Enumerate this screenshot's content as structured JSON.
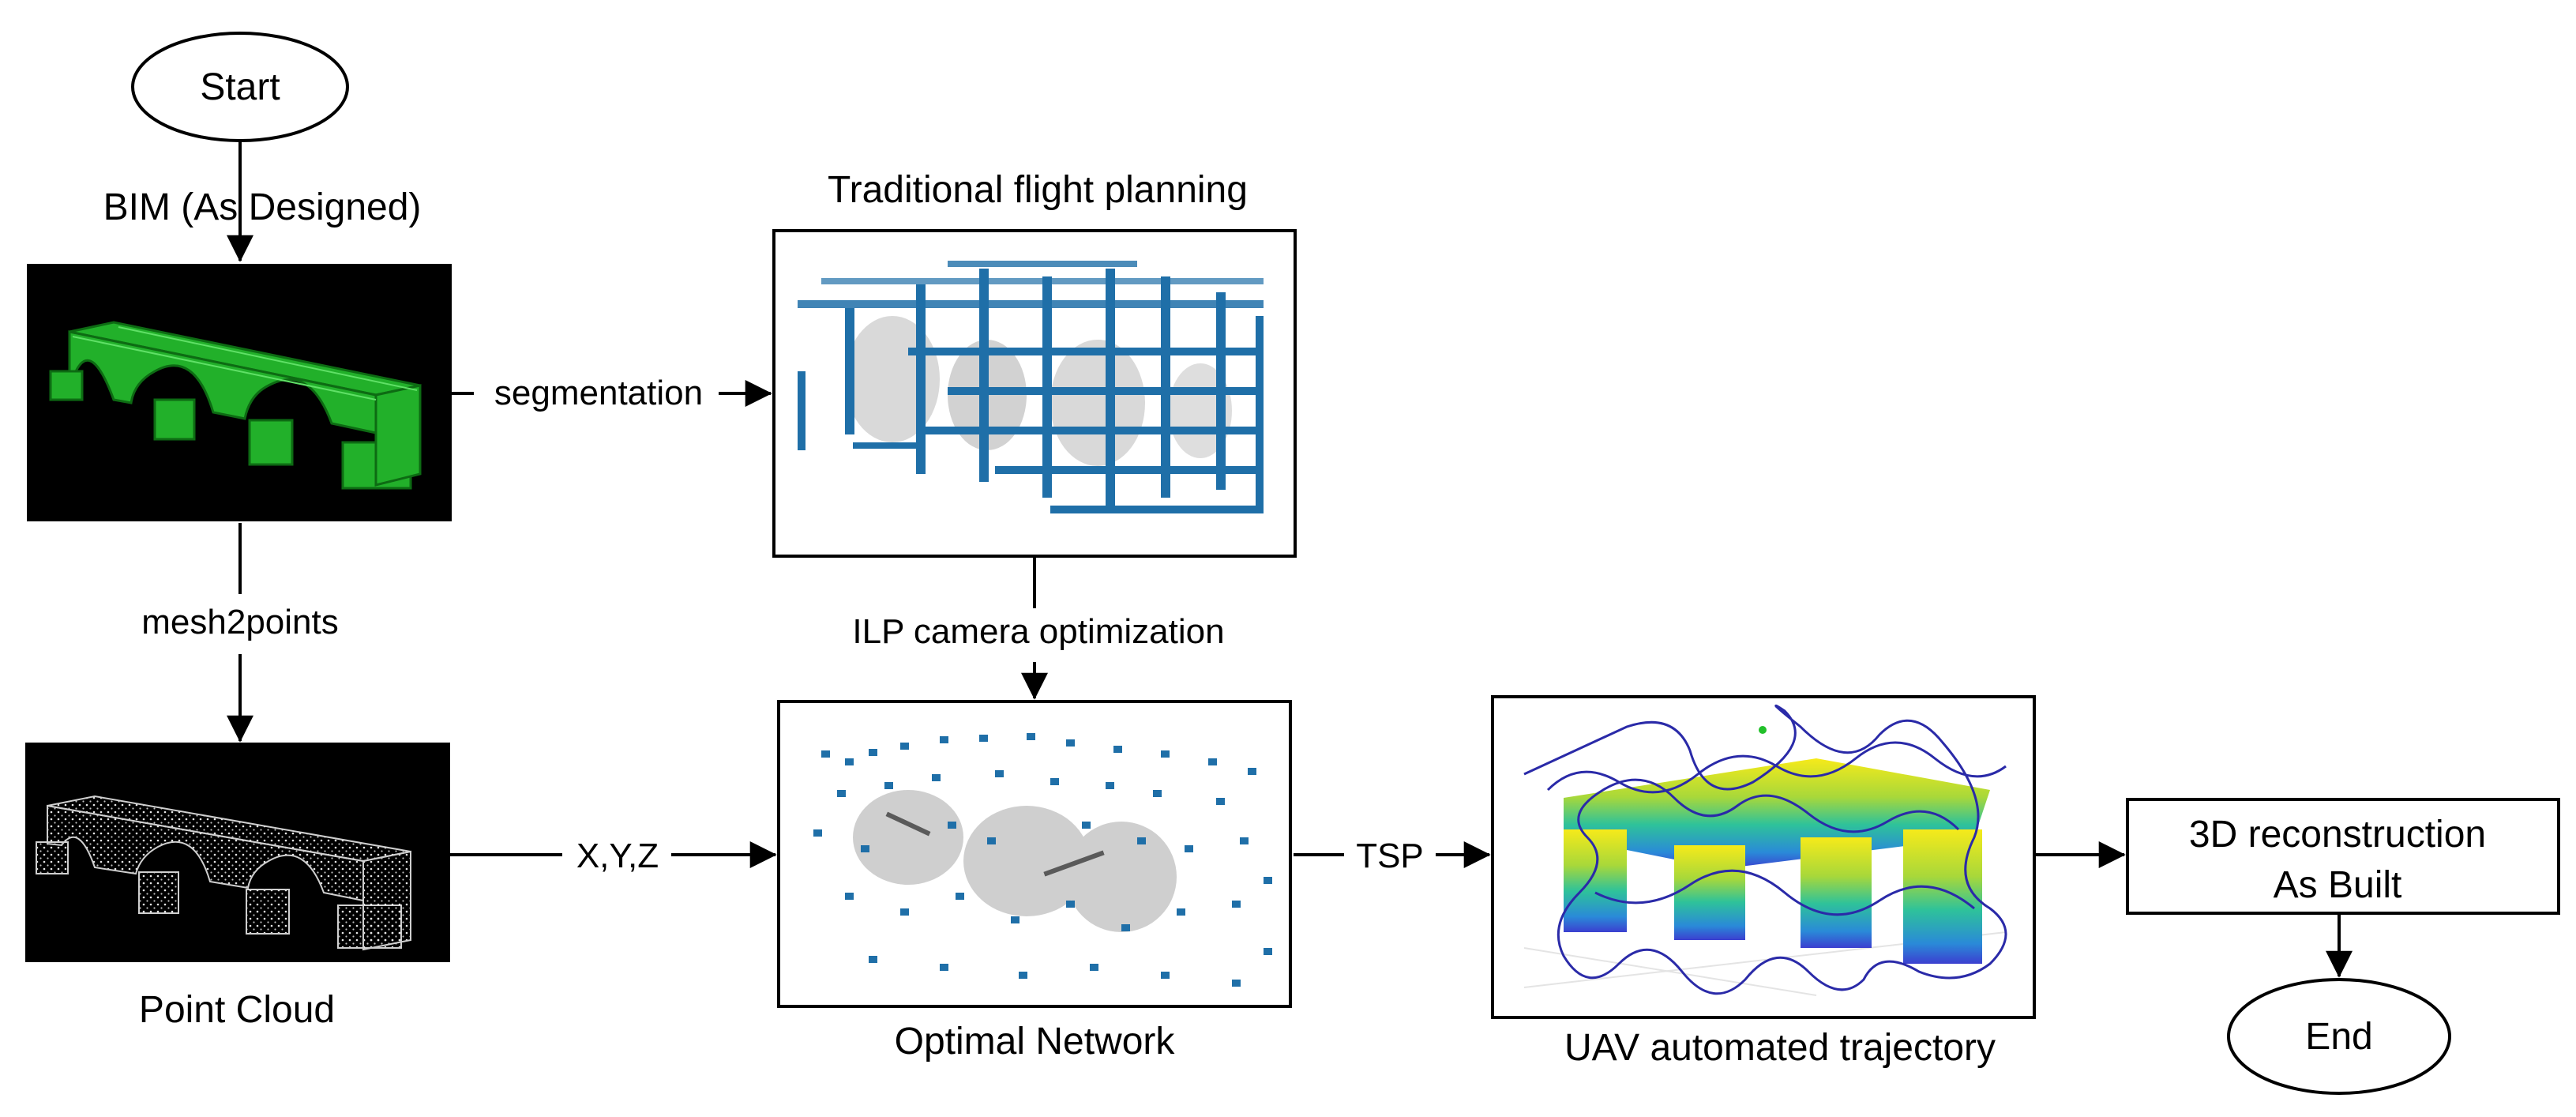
{
  "nodes": {
    "start": "Start",
    "bim": "BIM (As Designed)",
    "traditional": "Traditional flight planning",
    "point_cloud": "Point Cloud",
    "optimal": "Optimal Network",
    "uav": "UAV automated trajectory",
    "recon_line1": "3D reconstruction",
    "recon_line2": "As Built",
    "end": "End"
  },
  "edges": {
    "segmentation": "segmentation",
    "mesh2points": "mesh2points",
    "ilp": "ILP camera optimization",
    "xyz": "X,Y,Z",
    "tsp": "TSP"
  },
  "colors": {
    "bim_green": "#22b02a",
    "camera_blue": "#1f6fa8",
    "trajectory_blue": "#2a2aa8",
    "cloud_white": "#dcdcdc"
  }
}
